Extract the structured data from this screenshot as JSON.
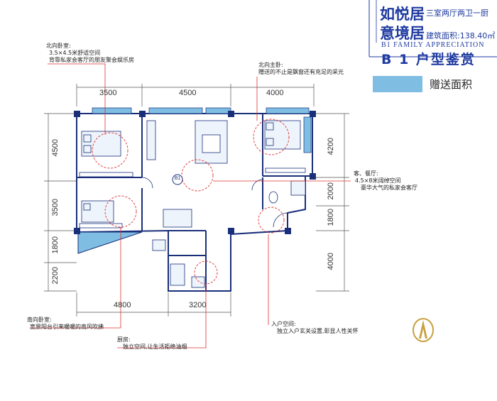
{
  "header": {
    "project_name_line1": "如悦居",
    "project_name_line2": "意境居",
    "layout_desc": "三室两厅两卫一厨",
    "area_label": "建筑面积:138.40㎡",
    "english_title": "B1 FAMILY APPRECIATION",
    "model_title": "B 1 户型鉴赏"
  },
  "legend": {
    "bonus_area_label": "赠送面积",
    "bonus_area_color": "#7fbde3"
  },
  "plan": {
    "unit_tag": "B1",
    "dimensions": {
      "top": [
        "3500",
        "4500",
        "4000"
      ],
      "left": [
        "4500",
        "3500",
        "1800",
        "2200"
      ],
      "right": [
        "4200",
        "2000",
        "1800",
        "4000"
      ],
      "bottom": [
        "4800",
        "3200"
      ]
    }
  },
  "annotations": {
    "north_bedroom": {
      "title": "北向卧室:",
      "line1": "3.5×4.5米舒适空间",
      "line2": "背靠私家会客厅的朋友聚会娱乐房"
    },
    "north_master": {
      "title": "北向主卧:",
      "line1": "赠送的不止是飘窗还有充足的采光"
    },
    "living_dining": {
      "title": "客、餐厅:",
      "line1": "4.5×8米阔绰空间",
      "line2": "豪华大气的私家会客厅"
    },
    "south_bedroom": {
      "title": "南向卧室:",
      "line1": "宽景阳台引来暖暖的南风吹拂"
    },
    "kitchen": {
      "title": "厨房:",
      "line1": "独立空间,让生活拒绝油烟"
    },
    "entrance": {
      "title": "入户空间:",
      "line1": "独立入户玄关设置,彰显人性关怀"
    }
  },
  "colors": {
    "brand_blue": "#1e3aa0",
    "wall_navy": "#1a2f7a",
    "leader_red": "#e03030",
    "logo_gold": "#c8a040"
  }
}
